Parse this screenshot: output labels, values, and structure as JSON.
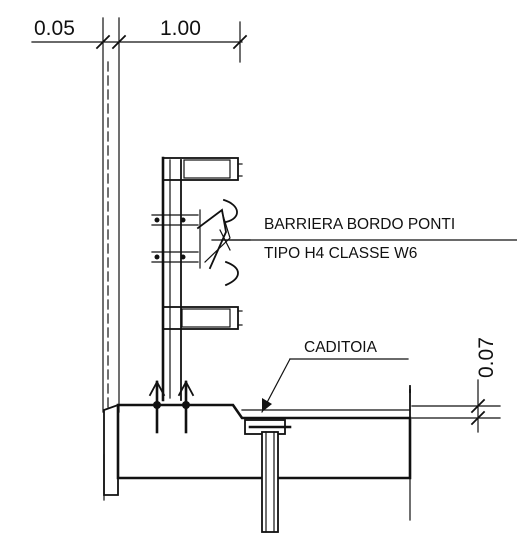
{
  "dimensions": {
    "offset": "0.05",
    "width": "1.00",
    "height": "0.07"
  },
  "labels": {
    "barrier_line1": "BARRIERA BORDO PONTI",
    "barrier_line2": "TIPO H4 CLASSE W6",
    "drain": "CADITOIA"
  }
}
